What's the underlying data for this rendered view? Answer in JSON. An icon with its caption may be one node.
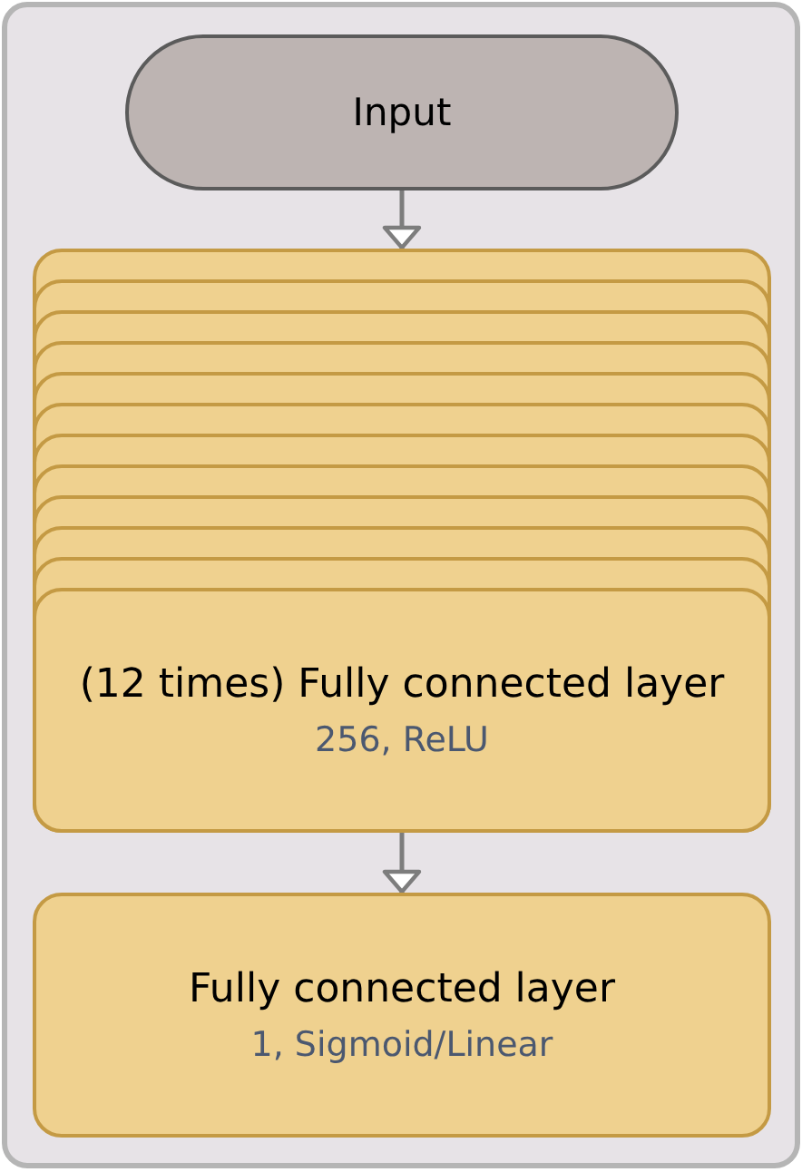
{
  "diagram": {
    "nodes": [
      {
        "text": [
          "Input"
        ]
      },
      {
        "text": [
          "(12 times) Fully connected layer",
          "256, ReLU"
        ]
      },
      {
        "text": [
          "Fully connected layer",
          "1, Sigmoid/Linear"
        ]
      }
    ],
    "edges": [
      {
        "from": 0,
        "to": 1,
        "arrow": "to"
      },
      {
        "from": 1,
        "to": 2,
        "arrow": "to"
      }
    ]
  }
}
